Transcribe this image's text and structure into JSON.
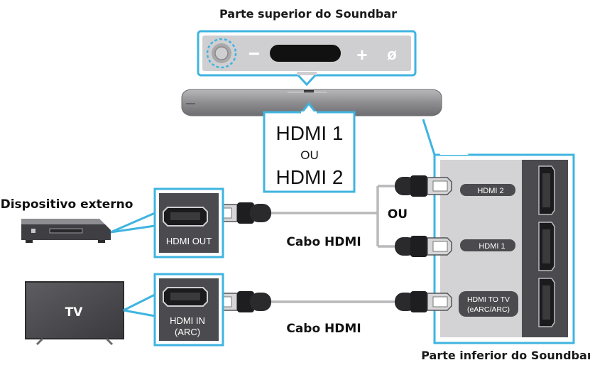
{
  "labels": {
    "top_title": "Parte superior do Soundbar",
    "bottom_title": "Parte inferior do Soundbar",
    "external_device": "Dispositivo externo",
    "tv": "TV",
    "hdmi_cable": "Cabo HDMI",
    "or_label": "OU"
  },
  "callout": {
    "line1": "HDMI 1",
    "line2": "OU",
    "line3": "HDMI 2"
  },
  "top_panel": {
    "minus": "−",
    "plus": "+",
    "mute": "ø"
  },
  "ports": {
    "hdmi_out": "HDMI OUT",
    "hdmi_in_line1": "HDMI IN",
    "hdmi_in_line2": "(ARC)"
  },
  "soundbar_ports": {
    "hdmi2": "HDMI 2",
    "hdmi1": "HDMI 1",
    "hdmi_to_tv_line1": "HDMI TO TV",
    "hdmi_to_tv_line2": "(eARC/ARC)"
  },
  "colors": {
    "accent": "#3fb4e0",
    "dark_gray": "#4b4b4f",
    "light_gray": "#cfcfd1",
    "cable": "#b9b9bb"
  }
}
